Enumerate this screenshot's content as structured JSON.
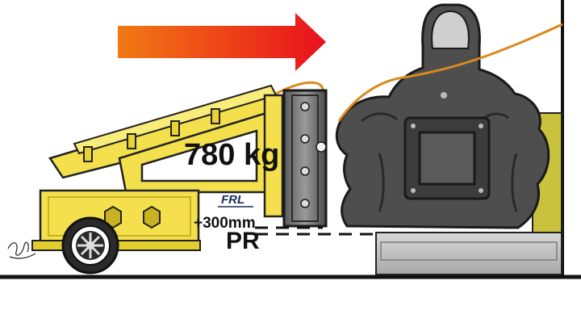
{
  "labels": {
    "mass": "780 kg",
    "offset": "+300mm",
    "reference": "PR",
    "logo": "FRL"
  },
  "colors": {
    "arrow_start": "#f07a14",
    "arrow_end": "#e8101e",
    "trolley_yellow": "#f3e04c",
    "trolley_dark": "#c9b222",
    "engine_gray": "#4e4e4e",
    "platform_olive": "#c8c23c",
    "cable_orange": "#d98a1e"
  },
  "icons": {
    "direction": "right-arrow-icon",
    "wheel": "wheel-icon",
    "logo": "frl-logo-icon"
  }
}
